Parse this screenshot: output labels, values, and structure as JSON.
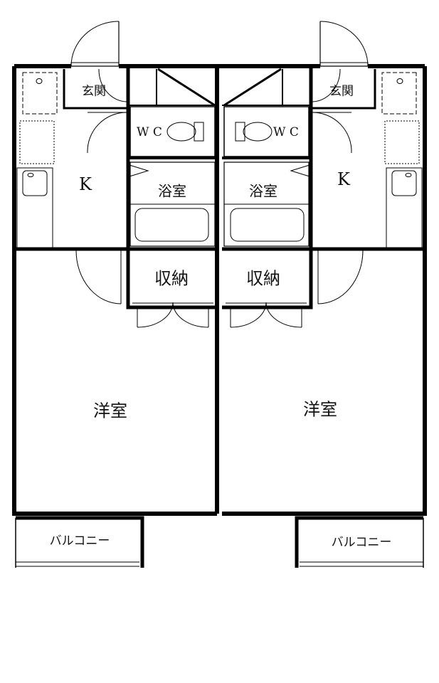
{
  "units": [
    {
      "entrance": "玄関",
      "wc": "W C",
      "bath": "浴室",
      "kitchen": "K",
      "storage": "収納",
      "western_room": "洋室",
      "balcony": "バルコニー"
    },
    {
      "entrance": "玄関",
      "wc": "W C",
      "bath": "浴室",
      "kitchen": "K",
      "storage": "収納",
      "western_room": "洋室",
      "balcony": "バルコニー"
    }
  ],
  "colors": {
    "wall": "#000000",
    "background": "#ffffff"
  }
}
